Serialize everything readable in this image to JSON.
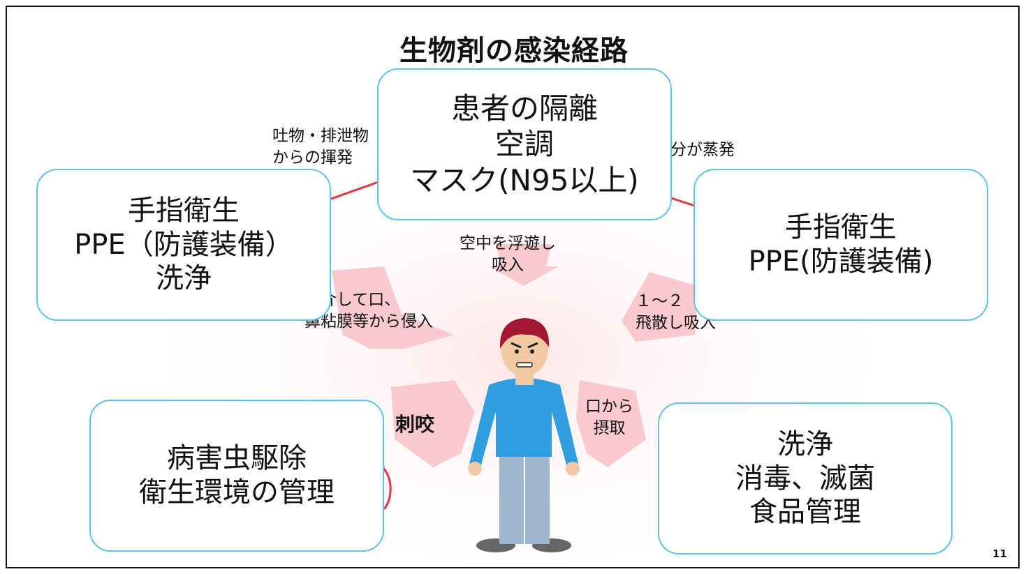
{
  "title": "生物剤の感染経路",
  "boxes": {
    "center": [
      "患者の隔離",
      "空調",
      "マスク(N95以上)"
    ],
    "left": [
      "手指衛生",
      "PPE（防護装備）",
      "洗浄"
    ],
    "right": [
      "手指衛生",
      "PPE(防護装備)"
    ],
    "bottom_left": [
      "病害虫駆除",
      "衛生環境の管理"
    ],
    "bottom_right": [
      "洗浄",
      "消毒、滅菌",
      "食品管理"
    ]
  },
  "labels": {
    "vomit": [
      "吐物・排泄物",
      "からの揮発"
    ],
    "evaporation": "分が蒸発",
    "airborne": [
      "空中を浮遊し",
      "吸入"
    ],
    "contact": [
      "を介して口、",
      "鼻粘膜等から侵入"
    ],
    "droplet": [
      "１～２",
      "飛散し吸入"
    ],
    "sting": "刺咬",
    "oral": [
      "口から",
      "摂取"
    ]
  },
  "page_number": "11",
  "colors": {
    "box_border": "#5ec4e6",
    "arrow_fill": "#f8c9cf",
    "red_line": "#e8323c",
    "person_shirt": "#2f9de0",
    "person_pants": "#9fb6cc",
    "person_hair": "#a31830"
  }
}
